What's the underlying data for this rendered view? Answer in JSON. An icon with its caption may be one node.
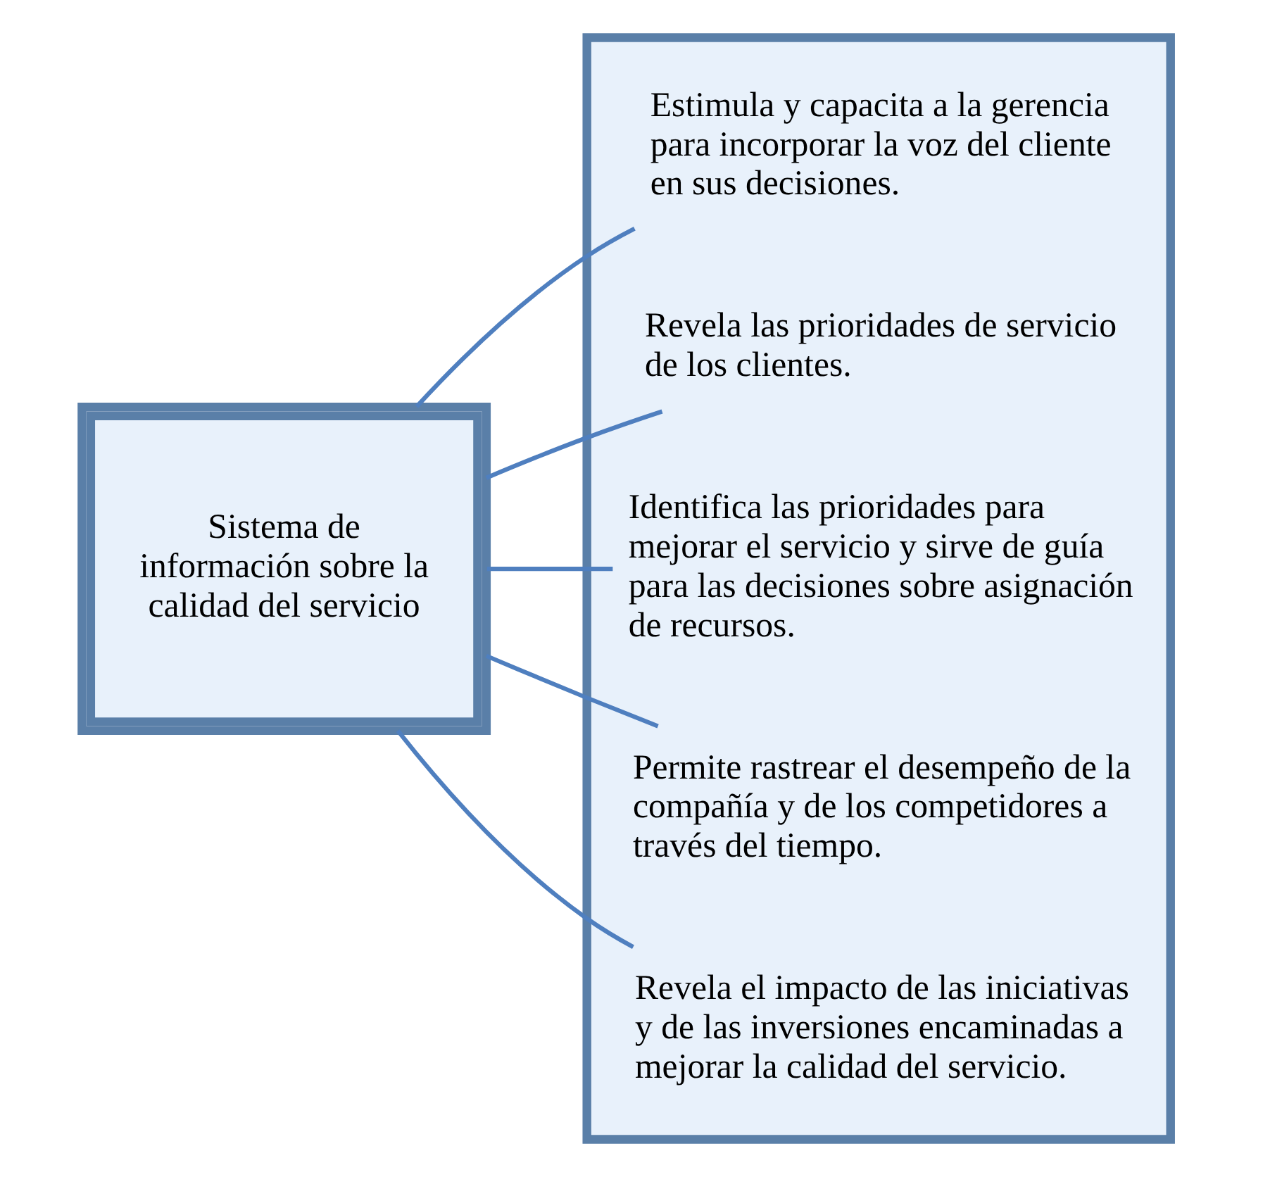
{
  "diagram": {
    "nodes": [
      {
        "text": [
          "Sistema de información sobre la calidad del servicio"
        ]
      },
      {
        "text": [],
        "shape": "box"
      },
      {
        "text": [
          "Estimula y capacita a la gerencia para incorporar la voz del cliente en sus decisiones."
        ],
        "in": 1
      },
      {
        "text": [
          "Revela las prioridades de servicio de los clientes."
        ],
        "in": 1
      },
      {
        "text": [
          "Identifica las prioridades para mejorar el servicio y sirve de guía para las decisiones sobre asignación de recursos."
        ],
        "in": 1
      },
      {
        "text": [
          "Permite rastrear el desempeño de la compañía y de los competidores a través del tiempo."
        ],
        "in": 1
      },
      {
        "text": [
          "Revela el impacto de las iniciativas y de las inversiones encaminadas a mejorar la calidad del servicio."
        ],
        "in": 1
      }
    ],
    "edges": [
      {
        "from": 0,
        "to": 2,
        "arrow": "none"
      },
      {
        "from": 0,
        "to": 3,
        "arrow": "none"
      },
      {
        "from": 0,
        "to": 4,
        "arrow": "none"
      },
      {
        "from": 0,
        "to": 5,
        "arrow": "none"
      },
      {
        "from": 0,
        "to": 6,
        "arrow": "none"
      }
    ]
  }
}
